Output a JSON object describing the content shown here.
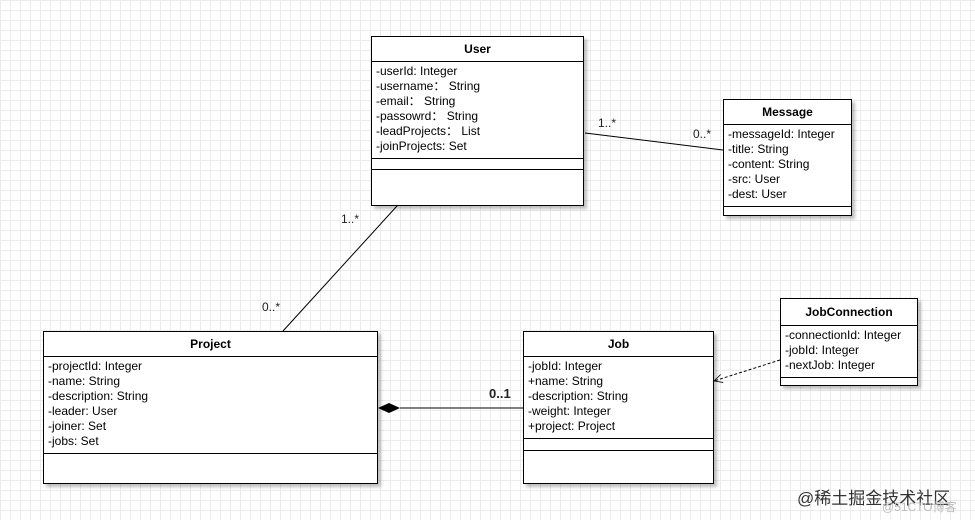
{
  "classes": {
    "user": {
      "name": "User",
      "attributes": [
        "-userId: Integer",
        "-username： String",
        "-email： String",
        "-passowrd： String",
        "-leadProjects： List",
        "-joinProjects: Set"
      ]
    },
    "message": {
      "name": "Message",
      "attributes": [
        "-messageId: Integer",
        "-title: String",
        "-content: String",
        "-src: User",
        "-dest: User"
      ]
    },
    "project": {
      "name": "Project",
      "attributes": [
        "-projectId: Integer",
        "-name: String",
        "-description: String",
        "-leader: User",
        "-joiner: Set",
        "-jobs: Set"
      ]
    },
    "job": {
      "name": "Job",
      "attributes": [
        "-jobId: Integer",
        "+name: String",
        "-description: String",
        "-weight: Integer",
        "+project: Project"
      ]
    },
    "jobconnection": {
      "name": "JobConnection",
      "attributes": [
        "-connectionId: Integer",
        "-jobId: Integer",
        "-nextJob: Integer"
      ]
    }
  },
  "multiplicities": {
    "user_message_user_end": "1..*",
    "user_message_message_end": "0..*",
    "user_project_user_end": "1..*",
    "user_project_project_end": "0..*",
    "project_job_job_end": "0..1"
  },
  "watermark": {
    "text": "@稀土掘金技术社区",
    "faint": "@51CTO博客"
  },
  "colors": {
    "line": "#000000",
    "grid": "#ececec",
    "background": "#ffffff"
  }
}
